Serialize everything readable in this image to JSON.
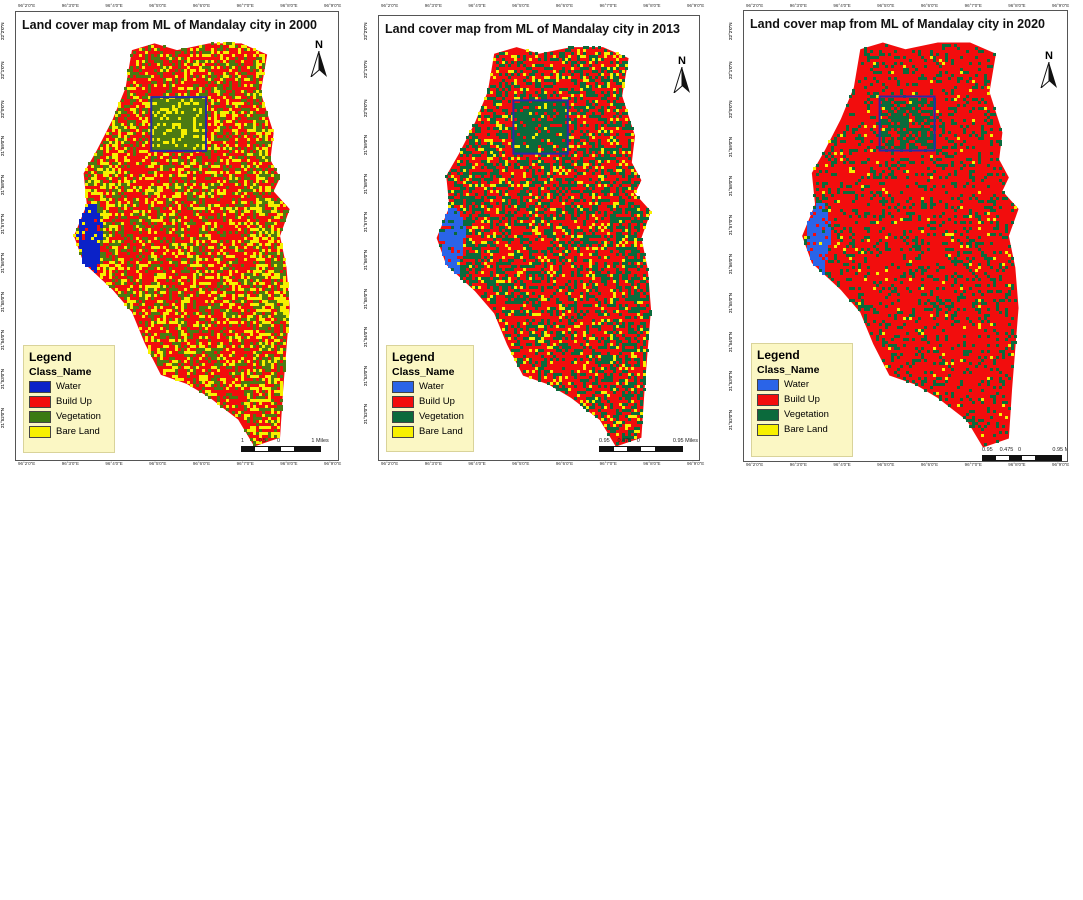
{
  "colors": {
    "water": "#0b22c8",
    "water_light": "#2a64e8",
    "buildup": "#f20d0d",
    "vegetation_2000": "#4c7a12",
    "vegetation": "#0b6a3c",
    "bareland": "#f7f000"
  },
  "maps": [
    {
      "title": "Land cover map from ML of Mandalay city in 2000",
      "north": "N",
      "legend": {
        "title": "Legend",
        "class_header": "Class_Name",
        "items": [
          {
            "label": "Water",
            "color": "#0b22c8"
          },
          {
            "label": "Build Up",
            "color": "#f20d0d"
          },
          {
            "label": "Vegetation",
            "color": "#3a7a12"
          },
          {
            "label": "Bare Land",
            "color": "#f7f000"
          }
        ]
      },
      "scale": {
        "labels": [
          "1",
          "0.5",
          "0",
          "1 Miles"
        ]
      },
      "ticks_top": [
        "96°2'0\"E",
        "96°3'0\"E",
        "96°4'0\"E",
        "96°5'0\"E",
        "96°6'0\"E",
        "96°7'0\"E",
        "96°8'0\"E",
        "96°9'0\"E"
      ],
      "ticks_bottom": [
        "96°2'0\"E",
        "96°3'0\"E",
        "96°4'0\"E",
        "96°5'0\"E",
        "96°6'0\"E",
        "96°7'0\"E",
        "96°8'0\"E",
        "96°9'0\"E"
      ],
      "ticks_left": [
        "22°2'0\"N",
        "22°1'0\"N",
        "22°0'0\"N",
        "21°59'0\"N",
        "21°58'0\"N",
        "21°57'0\"N",
        "21°56'0\"N",
        "21°55'0\"N",
        "21°54'0\"N",
        "21°53'0\"N",
        "21°52'0\"N"
      ],
      "ticks_right": [
        "22°2'0\"N",
        "22°1'0\"N",
        "22°0'0\"N",
        "21°59'0\"N",
        "21°58'0\"N",
        "21°57'0\"N",
        "21°56'0\"N",
        "21°55'0\"N",
        "21°54'0\"N",
        "21°53'0\"N",
        "21°52'0\"N"
      ],
      "mix": {
        "buildup": 0.55,
        "vegetation": 0.25,
        "bareland": 0.2
      }
    },
    {
      "title": "Land cover map from ML of Mandalay city in 2013",
      "north": "N",
      "legend": {
        "title": "Legend",
        "class_header": "Class_Name",
        "items": [
          {
            "label": "Water",
            "color": "#2a64e8"
          },
          {
            "label": "Build Up",
            "color": "#f20d0d"
          },
          {
            "label": "Vegetation",
            "color": "#0b6a3c"
          },
          {
            "label": "Bare Land",
            "color": "#f7f000"
          }
        ]
      },
      "scale": {
        "labels": [
          "0.95",
          "0.475",
          "0",
          "0.95 Miles"
        ]
      },
      "ticks_top": [
        "96°2'0\"E",
        "96°3'0\"E",
        "96°4'0\"E",
        "96°5'0\"E",
        "96°6'0\"E",
        "96°7'0\"E",
        "96°8'0\"E",
        "96°9'0\"E"
      ],
      "ticks_bottom": [
        "96°2'0\"E",
        "96°3'0\"E",
        "96°4'0\"E",
        "96°5'0\"E",
        "96°6'0\"E",
        "96°7'0\"E",
        "96°8'0\"E",
        "96°9'0\"E"
      ],
      "ticks_left": [
        "22°2'0\"N",
        "22°1'0\"N",
        "22°0'0\"N",
        "21°59'0\"N",
        "21°58'0\"N",
        "21°57'0\"N",
        "21°56'0\"N",
        "21°55'0\"N",
        "21°54'0\"N",
        "21°53'0\"N",
        "21°52'0\"N"
      ],
      "ticks_right": [
        "22°2'0\"N",
        "22°1'0\"N",
        "22°0'0\"N",
        "21°59'0\"N",
        "21°58'0\"N",
        "21°57'0\"N",
        "21°56'0\"N",
        "21°55'0\"N",
        "21°54'0\"N",
        "21°53'0\"N",
        "21°52'0\"N"
      ],
      "mix": {
        "buildup": 0.55,
        "vegetation": 0.35,
        "bareland": 0.1
      }
    },
    {
      "title": "Land cover map from ML of Mandalay city in 2020",
      "north": "N",
      "legend": {
        "title": "Legend",
        "class_header": "Class_Name",
        "items": [
          {
            "label": "Water",
            "color": "#2a64e8"
          },
          {
            "label": "Build Up",
            "color": "#f20d0d"
          },
          {
            "label": "Vegetation",
            "color": "#0b6a3c"
          },
          {
            "label": "Bare Land",
            "color": "#f7f000"
          }
        ]
      },
      "scale": {
        "labels": [
          "0.95",
          "0.475",
          "0",
          "0.95 Miles"
        ]
      },
      "ticks_top": [
        "96°2'0\"E",
        "96°3'0\"E",
        "96°4'0\"E",
        "96°5'0\"E",
        "96°6'0\"E",
        "96°7'0\"E",
        "96°8'0\"E",
        "96°9'0\"E"
      ],
      "ticks_bottom": [
        "96°2'0\"E",
        "96°3'0\"E",
        "96°4'0\"E",
        "96°5'0\"E",
        "96°6'0\"E",
        "96°7'0\"E",
        "96°8'0\"E",
        "96°9'0\"E"
      ],
      "ticks_left": [
        "22°2'0\"N",
        "22°1'0\"N",
        "22°0'0\"N",
        "21°59'0\"N",
        "21°58'0\"N",
        "21°57'0\"N",
        "21°56'0\"N",
        "21°55'0\"N",
        "21°54'0\"N",
        "21°53'0\"N",
        "21°52'0\"N"
      ],
      "ticks_right": [
        "22°2'0\"N",
        "22°1'0\"N",
        "22°0'0\"N",
        "21°59'0\"N",
        "21°58'0\"N",
        "21°57'0\"N",
        "21°56'0\"N",
        "21°55'0\"N",
        "21°54'0\"N",
        "21°53'0\"N",
        "21°52'0\"N"
      ],
      "mix": {
        "buildup": 0.78,
        "vegetation": 0.2,
        "bareland": 0.02
      }
    }
  ]
}
